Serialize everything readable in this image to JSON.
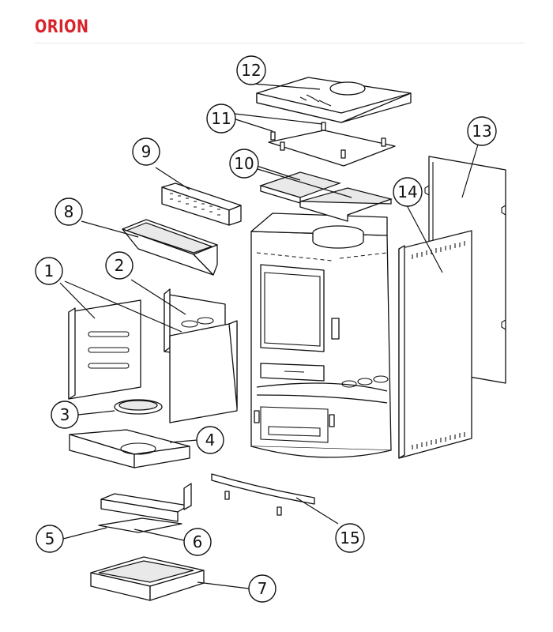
{
  "title": "ORION",
  "colors": {
    "title": "#d8232a",
    "line": "#111111"
  },
  "callouts": [
    {
      "id": "1",
      "label": "1"
    },
    {
      "id": "2",
      "label": "2"
    },
    {
      "id": "3",
      "label": "3"
    },
    {
      "id": "4",
      "label": "4"
    },
    {
      "id": "5",
      "label": "5"
    },
    {
      "id": "6",
      "label": "6"
    },
    {
      "id": "7",
      "label": "7"
    },
    {
      "id": "8",
      "label": "8"
    },
    {
      "id": "9",
      "label": "9"
    },
    {
      "id": "10",
      "label": "10"
    },
    {
      "id": "11",
      "label": "11"
    },
    {
      "id": "12",
      "label": "12"
    },
    {
      "id": "13",
      "label": "13"
    },
    {
      "id": "14",
      "label": "14"
    },
    {
      "id": "15",
      "label": "15"
    }
  ]
}
